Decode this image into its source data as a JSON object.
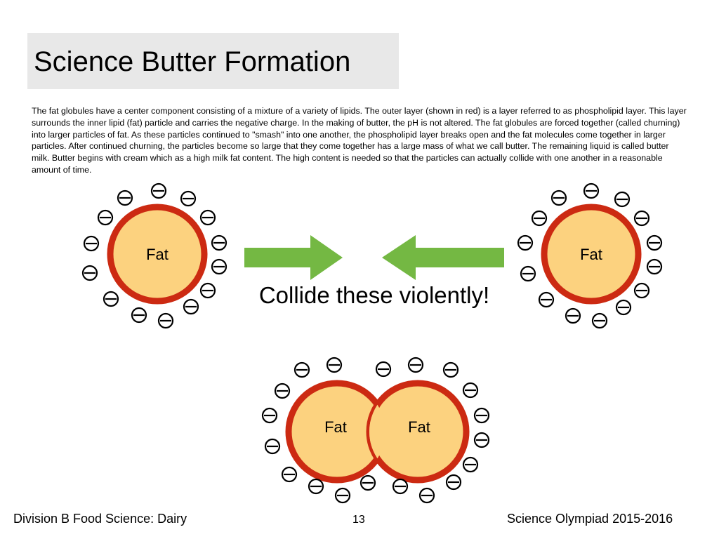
{
  "slide": {
    "title": "Science Butter Formation",
    "body": "The fat globules have a center component consisting of a mixture of a variety of lipids. The outer layer (shown in red) is a layer referred to as phospholipid layer. This layer surrounds the inner lipid (fat) particle and carries the negative charge.  In the making of butter, the pH is not altered. The fat globules are forced together (called churning) into larger particles of fat. As these particles continued to \"smash\" into one another, the phospholipid layer breaks open and the fat molecules come together in larger particles. After continued churning, the particles become so large that they come together has a large mass of what we call butter. The remaining liquid is called butter milk. Butter begins with cream which as a high milk fat content. The high content is needed so that the particles can actually collide with one another in a reasonable amount of time."
  },
  "diagram": {
    "fat_label": "Fat",
    "collide_caption": "Collide these violently!",
    "colors": {
      "fat_fill": "#fcd27f",
      "membrane": "#cc2a12",
      "arrow": "#74b843",
      "charge": "#000000"
    }
  },
  "footer": {
    "left": "Division B Food Science: Dairy",
    "page_number": "13",
    "right": "Science Olympiad 2015-2016"
  }
}
